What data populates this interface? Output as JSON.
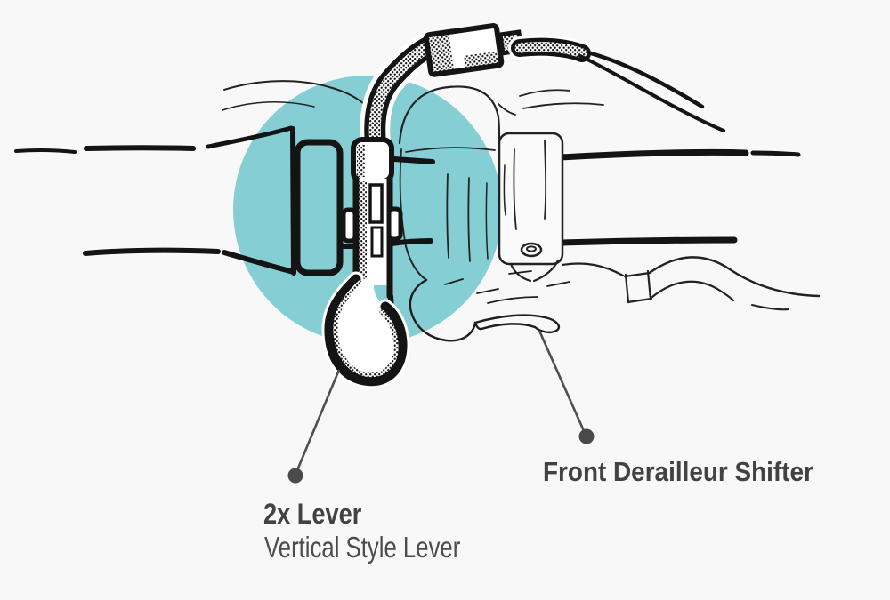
{
  "diagram": {
    "labels": {
      "lever_title": "2x Lever",
      "lever_subtitle": "Vertical Style Lever",
      "shifter_title": "Front Derailleur Shifter"
    },
    "colors": {
      "background": "#f8f8f8",
      "highlight_circle": "#85cfd4",
      "ink": "#141414",
      "thin_sketch": "#222222",
      "callout": "#4f4f4f",
      "callout_dot": "#4a4a4a",
      "label_bold": "#424242",
      "label_regular": "#4c4c4c"
    }
  }
}
